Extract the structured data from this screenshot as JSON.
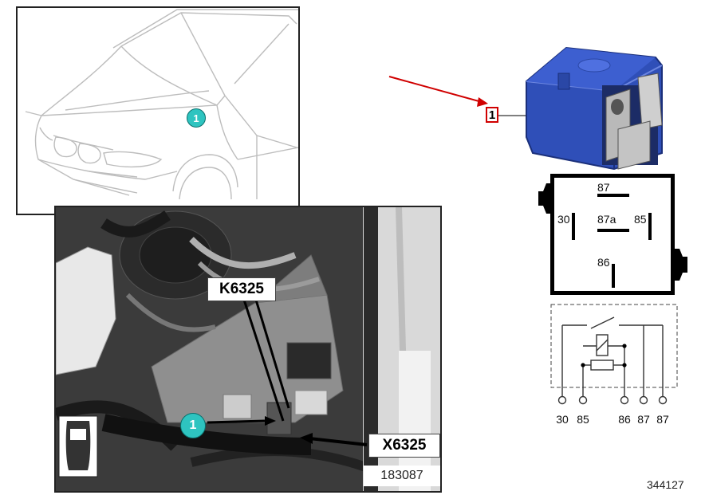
{
  "vehicle_view": {
    "callout_number": "1"
  },
  "photo": {
    "callout_number": "1",
    "relay_label": "K6325",
    "connector_label": "X6325",
    "photo_ref": "183087"
  },
  "relay": {
    "callout_number": "1"
  },
  "pin_layout": {
    "pins": [
      "87",
      "30",
      "87a",
      "85",
      "86"
    ]
  },
  "circuit": {
    "terminals": [
      "30",
      "85",
      "86",
      "87",
      "87"
    ]
  },
  "figure_id": "344127",
  "colors": {
    "callout_teal": "#2ec4c0",
    "relay_blue": "#2f4fb8",
    "pointer_red": "#d00000"
  }
}
